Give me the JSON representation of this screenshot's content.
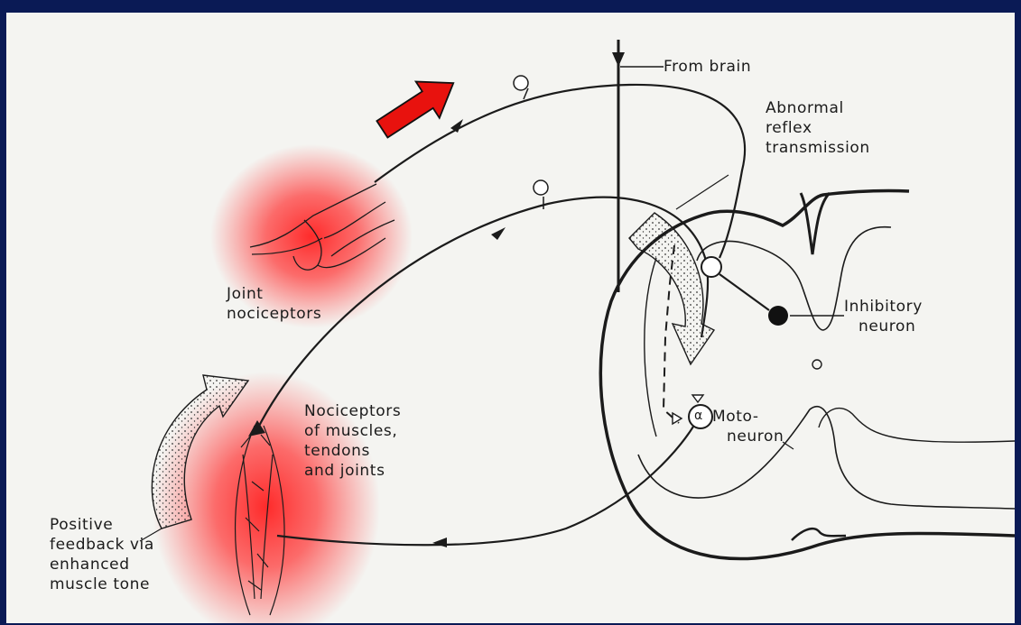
{
  "labels": {
    "from_brain": "From brain",
    "abnormal_1": "Abnormal",
    "abnormal_2": "reflex",
    "abnormal_3": "transmission",
    "inhibitory_1": "Inhibitory",
    "inhibitory_2": "neuron",
    "joint_1": "Joint",
    "joint_2": "nociceptors",
    "noci_1": "Nociceptors",
    "noci_2": "of muscles,",
    "noci_3": "tendons",
    "noci_4": "and joints",
    "moto_1": "Moto-",
    "moto_2": "neuron",
    "alpha": "α",
    "positive_1": "Positive",
    "positive_2": "feedback via",
    "positive_3": "enhanced",
    "positive_4": "muscle tone"
  },
  "colors": {
    "frame": "#0a1a55",
    "paper": "#f4f4f1",
    "ink": "#1b1b1b",
    "highlight_red": "#ee1111",
    "arrow_red": "#e8120e"
  }
}
